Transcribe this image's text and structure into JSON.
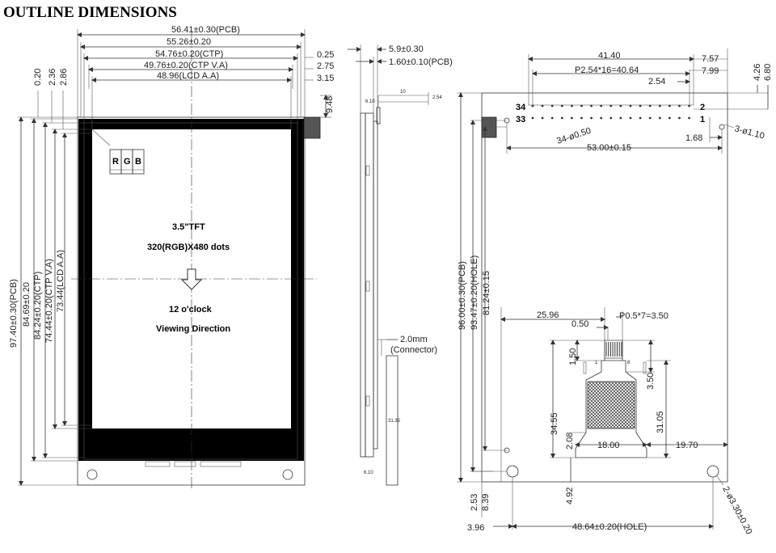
{
  "title": "OUTLINE DIMENSIONS",
  "front_view": {
    "width_dims": [
      "56.41±0.30(PCB)",
      "55.26±0.20",
      "54.76±0.20(CTP)",
      "49.76±0.20(CTP V.A)",
      "48.96(LCD A.A)"
    ],
    "right_offsets": [
      "0.25",
      "2.75",
      "3.15"
    ],
    "top_offsets": [
      "0.20",
      "2.36",
      "2.86"
    ],
    "height_dims": [
      "97.40±0.30(PCB)",
      "84.69±0.20",
      "84.24±0.20(CTP)",
      "74.44±0.20(CTP V.A)",
      "73.44(LCD A.A)"
    ],
    "tab_dim": "9.48",
    "rgb": [
      "R",
      "G",
      "B"
    ],
    "label_size": "3.5\"TFT",
    "label_resolution": "320(RGB)X480 dots",
    "label_direction_1": "12 o'clock",
    "label_direction_2": "Viewing Direction"
  },
  "side_view": {
    "thickness": "5.9±0.30",
    "pcb_thickness": "1.60±0.10(PCB)",
    "small_top_left": "6.10",
    "small_top_mid": "10",
    "small_top_right": "2.54",
    "connector": "2.0mm",
    "connector_note": "(Connector)",
    "connector_length": "31.35",
    "bottom_small": "6.10"
  },
  "back_view": {
    "header_width": "41.40",
    "pin_pitch": "P2.54*16=40.64",
    "pin_offset": "2.54",
    "right_7_57": "7.57",
    "right_7_99": "7.99",
    "top_4_26": "4.26",
    "top_6_80": "6.80",
    "pin_34": "34",
    "pin_33": "33",
    "pin_2": "2",
    "pin_1": "1",
    "holes_small": "34-ø0.50",
    "hole_span": "53.00±0.15",
    "offset_1_68": "1.68",
    "mount_holes": "3-ø1.10",
    "pcb_height": "96.00±0.30(PCB)",
    "hole_height": "93.47±0.20(HOLE)",
    "height_81": "81.24±0.15",
    "fpc_left": "25.96",
    "fpc_pitch": "P0.5*7=3.50",
    "fpc_pad": "0.50",
    "fpc_1_50": "1.50",
    "fpc_3_50": "3.50",
    "fpc_34_55": "34.55",
    "fpc_31_05": "31.05",
    "fpc_2_08": "2.08",
    "fpc_18_00": "18.00",
    "fpc_right": "19.70",
    "fpc_4_92": "4.92",
    "bottom_2_53": "2.53",
    "bottom_8_39": "8.39",
    "bottom_3_96": "3.96",
    "bottom_hole_span": "48.64±0.20(HOLE)",
    "bottom_holes": "2-ø3.30±0.20",
    "fpc_pin_1": "1",
    "fpc_pin_8": "8"
  }
}
